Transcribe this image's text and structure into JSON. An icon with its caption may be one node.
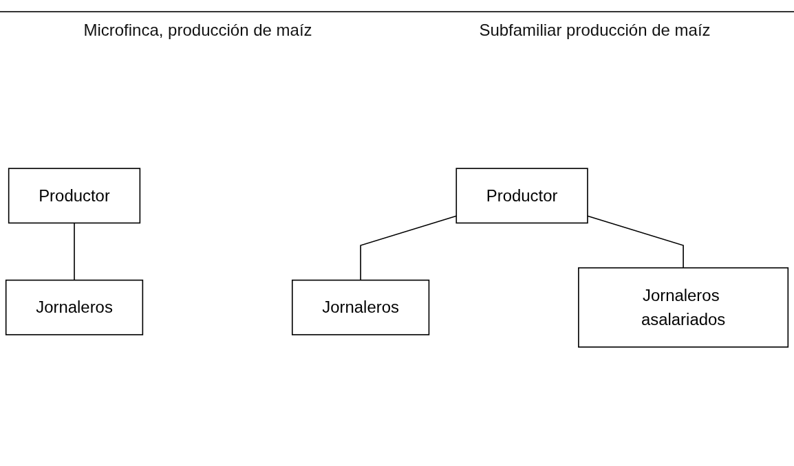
{
  "diagram": {
    "nodes": [
      {
        "text": [
          "Productor"
        ]
      },
      {
        "text": [
          "Jornaleros"
        ]
      },
      {
        "text": [
          "Productor"
        ]
      },
      {
        "text": [
          "Jornaleros"
        ]
      },
      {
        "text": [
          "Jornaleros asalariados"
        ]
      }
    ],
    "edges": [
      {
        "from": 0,
        "to": 1,
        "arrow": "none"
      },
      {
        "from": 2,
        "to": 3,
        "arrow": "none"
      },
      {
        "from": 2,
        "to": 4,
        "arrow": "none"
      }
    ],
    "labels": [
      "Microfinca, producción de maíz",
      "Subfamiliar producción de maíz"
    ]
  }
}
